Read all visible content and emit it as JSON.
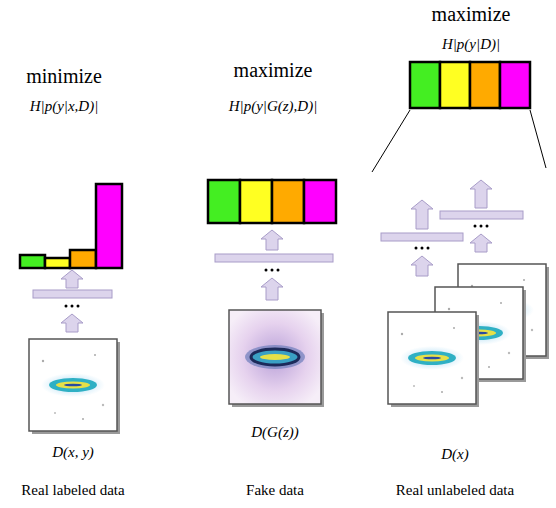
{
  "diagram": {
    "labels": [
      "minimize",
      "H|p(y|x,D)|",
      "maximize",
      "H|p(y|G(z),D)|",
      "maximize",
      "H|p(y|D)|",
      "D(x, y)",
      "D(G(z))",
      "D(x)",
      "Real labeled data",
      "Fake data",
      "Real unlabeled data"
    ]
  }
}
